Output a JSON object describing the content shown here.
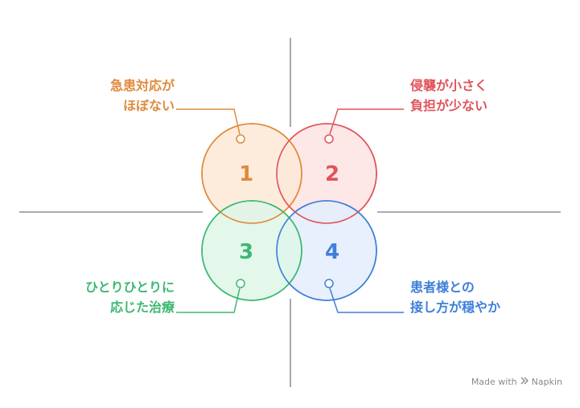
{
  "quadrants": [
    {
      "number": "1",
      "lines": [
        "急患対応が",
        "ほぼない"
      ],
      "color": "#e08a3c",
      "fill": "#fde9d6"
    },
    {
      "number": "2",
      "lines": [
        "侵襲が小さく",
        "負担が少ない"
      ],
      "color": "#e0545a",
      "fill": "#fde3e3"
    },
    {
      "number": "3",
      "lines": [
        "ひとりひとりに",
        "応じた治療"
      ],
      "color": "#3db872",
      "fill": "#def6e7"
    },
    {
      "number": "4",
      "lines": [
        "患者様との",
        "接し方が穏やか"
      ],
      "color": "#3f7fd9",
      "fill": "#e3edfb"
    }
  ],
  "colors": {
    "axis": "#7a7a7a",
    "brand_text": "#8a8a8a"
  },
  "branding": {
    "made_with": "Made with",
    "brand_name": "Napkin",
    "logo_icon": "napkin-logo-icon"
  }
}
